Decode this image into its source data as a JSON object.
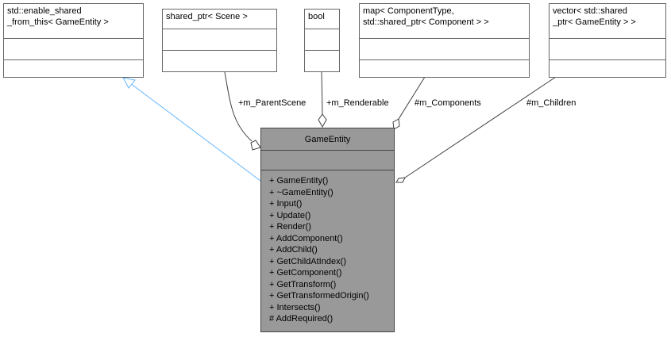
{
  "main_class": {
    "name": "GameEntity",
    "methods": [
      "+ GameEntity()",
      "+ ~GameEntity()",
      "+ Input()",
      "+ Update()",
      "+ Render()",
      "+ AddComponent()",
      "+ AddChild()",
      "+ GetChildAtIndex()",
      "+ GetComponent()",
      "+ GetTransform()",
      "+ GetTransformedOrigin()",
      "+ Intersects()",
      "# AddRequired()"
    ]
  },
  "related_classes": {
    "enable_shared": "std::enable_shared\n_from_this< GameEntity >",
    "scene_ptr": "shared_ptr< Scene >",
    "bool": "bool",
    "components_map": "map< ComponentType,\n std::shared_ptr< Component > >",
    "children_vector": "vector< std::shared\n_ptr< GameEntity > >"
  },
  "edge_labels": {
    "parent_scene": "+m_ParentScene",
    "renderable": "+m_Renderable",
    "components": "#m_Components",
    "children": "#m_Children"
  },
  "colors": {
    "inheritance_edge": "#63b8ff",
    "association_edge": "#404040",
    "main_fill": "#999999",
    "box_border": "#666666"
  }
}
